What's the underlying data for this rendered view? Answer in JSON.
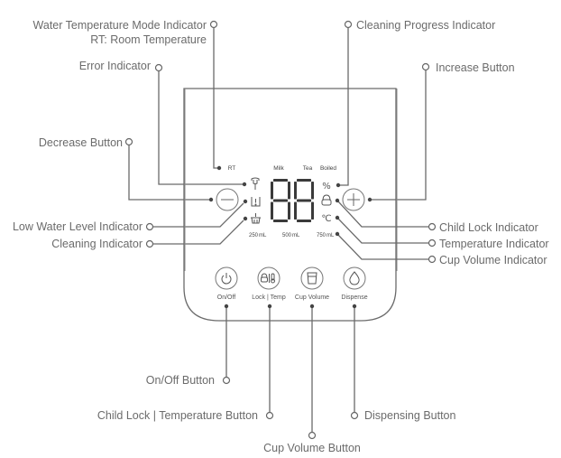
{
  "callouts": {
    "water_temp_mode": "Water Temperature Mode Indicator",
    "water_temp_mode_sub": "RT: Room Temperature",
    "error": "Error Indicator",
    "decrease": "Decrease Button",
    "low_water": "Low Water Level Indicator",
    "cleaning": "Cleaning Indicator",
    "cleaning_progress": "Cleaning Progress Indicator",
    "increase": "Increase Button",
    "child_lock": "Child Lock Indicator",
    "temperature": "Temperature Indicator",
    "cup_volume": "Cup Volume Indicator",
    "on_off_button": "On/Off Button",
    "child_lock_temp_button": "Child Lock | Temperature Button",
    "cup_volume_button": "Cup Volume Button",
    "dispensing_button": "Dispensing Button"
  },
  "panel": {
    "modes": [
      "RT",
      "Milk",
      "Tea",
      "Boiled"
    ],
    "display_digits": "88",
    "percent_symbol": "%",
    "celsius_symbol": "℃",
    "volumes": [
      {
        "value": "250",
        "unit": "mL"
      },
      {
        "value": "500",
        "unit": "mL"
      },
      {
        "value": "750",
        "unit": "mL"
      }
    ],
    "buttons": [
      {
        "label": "On/Off",
        "icon": "power-icon"
      },
      {
        "label": "Lock | Temp",
        "icon": "lock-thermometer-icon"
      },
      {
        "label": "Cup Volume",
        "icon": "cup-icon"
      },
      {
        "label": "Dispense",
        "icon": "droplet-icon"
      }
    ],
    "decrease_symbol": "−",
    "increase_symbol": "+"
  }
}
